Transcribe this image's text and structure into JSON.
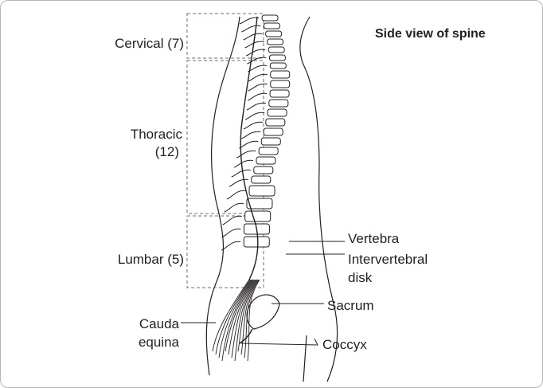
{
  "title": "Side view of spine",
  "regions": {
    "cervical": "Cervical (7)",
    "thoracic_line1": "Thoracic",
    "thoracic_line2": "(12)",
    "lumbar": "Lumbar (5)"
  },
  "labels": {
    "vertebra": "Vertebra",
    "disk_line1": "Intervertebral",
    "disk_line2": "disk",
    "sacrum": "Sacrum",
    "cauda_line1": "Cauda",
    "cauda_line2": "equina",
    "coccyx": "Coccyx"
  },
  "colors": {
    "line": "#231f20",
    "bracket": "#6d6e70"
  }
}
